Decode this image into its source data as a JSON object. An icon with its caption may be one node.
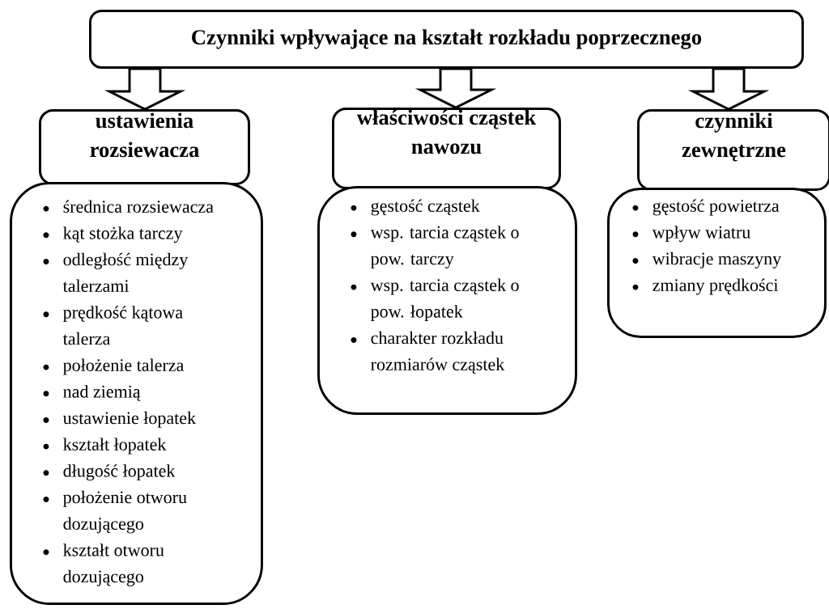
{
  "diagram": {
    "nodes": [
      {
        "text": [
          "Czynniki wpływające na kształt rozkładu poprzecznego"
        ]
      },
      {
        "text": [
          "ustawienia rozsiewacza"
        ]
      },
      {
        "text": [
          "średnica rozsiewacza",
          "kąt stożka tarczy",
          "odległość między talerzami",
          "prędkość kątowa talerza",
          "położenie talerza",
          "nad ziemią",
          "ustawienie łopatek",
          "kształt łopatek",
          "długość łopatek",
          "położenie otworu dozującego",
          "kształt otworu dozującego"
        ]
      },
      {
        "text": [
          "właściwości cząstek nawozu"
        ]
      },
      {
        "text": [
          "gęstość cząstek",
          "wsp. tarcia cząstek o pow. tarczy",
          "wsp. tarcia cząstek o pow. łopatek",
          "charakter rozkładu rozmiarów cząstek"
        ]
      },
      {
        "text": [
          "czynniki zewnętrzne"
        ]
      },
      {
        "text": [
          "gęstość powietrza",
          "wpływ wiatru",
          "wibracje maszyny",
          "zmiany prędkości"
        ]
      }
    ],
    "edges": [
      {
        "from": 0,
        "to": 1,
        "arrow": "to"
      },
      {
        "from": 0,
        "to": 3,
        "arrow": "to"
      },
      {
        "from": 0,
        "to": 5,
        "arrow": "to"
      }
    ]
  }
}
